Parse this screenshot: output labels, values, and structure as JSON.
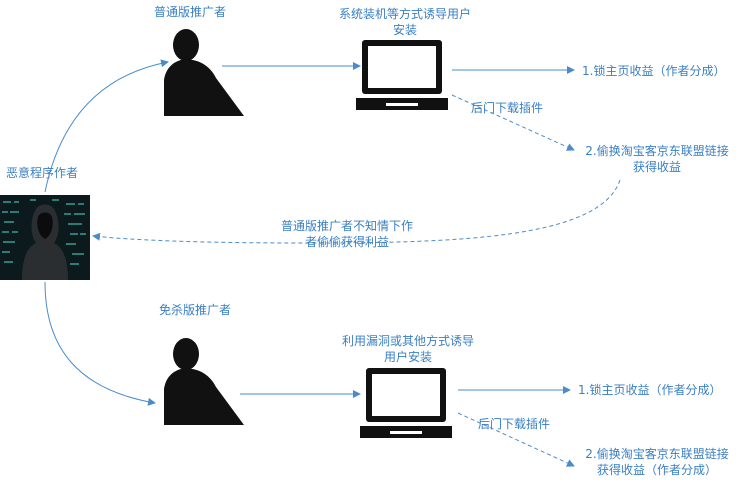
{
  "diagram": {
    "origin": {
      "label": "恶意程序作者",
      "icon": "hacker-photo"
    },
    "normal_branch": {
      "promoter_label": "普通版推广者",
      "install_label_line1": "系统装机等方式诱导用户",
      "install_label_line2": "安装",
      "outcome1": "1.锁主页收益（作者分成）",
      "backdoor": "后门下载插件",
      "outcome2_line1": "2.偷换淘宝客京东联盟链接",
      "outcome2_line2": "获得收益",
      "return_line1": "普通版推广者不知情下作",
      "return_line2": "者偷偷获得利益"
    },
    "stealth_branch": {
      "promoter_label": "免杀版推广者",
      "install_label_line1": "利用漏洞或其他方式诱导",
      "install_label_line2": "用户安装",
      "outcome1": "1.锁主页收益（作者分成）",
      "backdoor": "后门下载插件",
      "outcome2_line1": "2.偷换淘宝客京东联盟链接",
      "outcome2_line2": "获得收益（作者分成）"
    },
    "colors": {
      "arrow": "#4a8ccb",
      "text": "#3a7fc2",
      "silhouette": "#111111"
    }
  }
}
